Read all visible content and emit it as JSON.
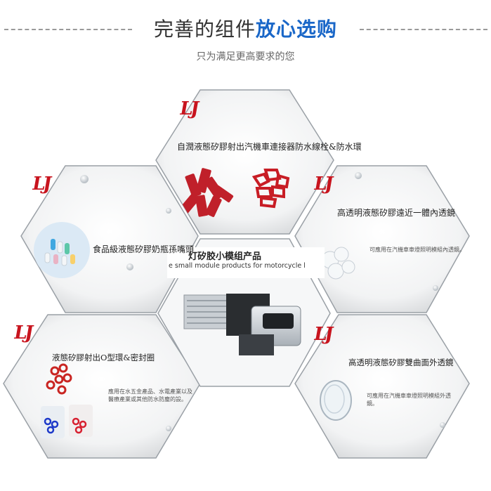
{
  "header": {
    "title_prefix": "完善的组件",
    "title_highlight": "放心选购",
    "subtitle": "只为满足更高要求的您"
  },
  "panels": {
    "top": {
      "logo": "LJ",
      "label": "自潤液態矽膠射出汽機車連接器防水線栓&防水環"
    },
    "left": {
      "logo": "LJ",
      "label": "食品級液態矽膠奶瓶孫嘴頭"
    },
    "right": {
      "logo": "LJ",
      "label": "高透明液態矽膠遠近一體內透鏡",
      "desc": "可應用在汽機車車燈照明模組內透鏡。"
    },
    "center": {
      "cn": "灯矽胶小模组产品",
      "en": "e small module products for motorcycle l"
    },
    "bottom_left": {
      "logo": "LJ",
      "label": "液態矽膠射出O型環&密封圈",
      "desc": "應用在水五金產品、水電產業以及\n醫療產業或其他防水防塵的設。"
    },
    "bottom_right": {
      "logo": "LJ",
      "label": "高透明液態矽膠雙曲面外透鏡",
      "desc": "可應用在汽機車車燈照明模組外透\n鏡。"
    }
  },
  "colors": {
    "accent": "#1a67c8",
    "logo": "#c8141e",
    "dash": "#9a9a9a"
  }
}
